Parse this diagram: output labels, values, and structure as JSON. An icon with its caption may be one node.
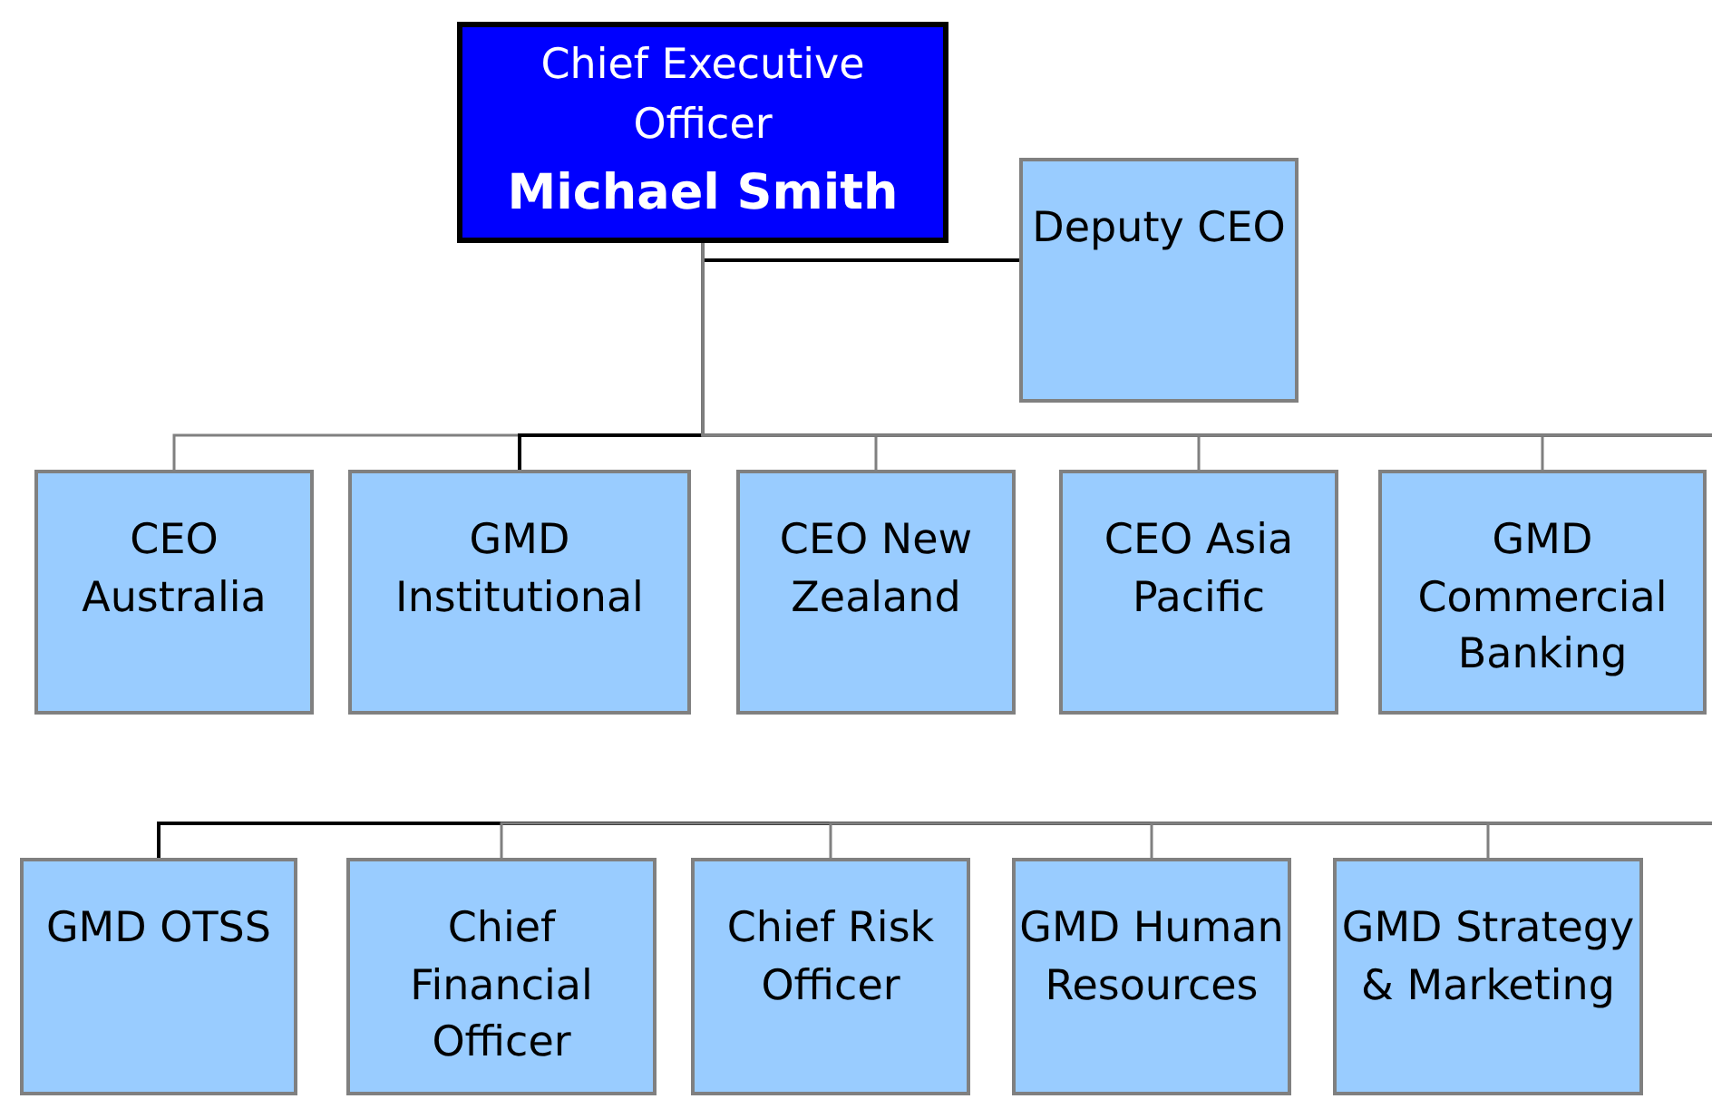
{
  "diagram": {
    "nodes": [
      {
        "text": [
          "Chief Executive Officer",
          "Michael Smith"
        ]
      },
      {
        "text": [
          "Deputy CEO"
        ]
      },
      {
        "text": [
          "CEO Australia"
        ]
      },
      {
        "text": [
          "GMD Institutional"
        ]
      },
      {
        "text": [
          "CEO New Zealand"
        ]
      },
      {
        "text": [
          "CEO Asia Pacific"
        ]
      },
      {
        "text": [
          "GMD Commercial Banking"
        ]
      },
      {
        "text": [
          "GMD OTSS"
        ]
      },
      {
        "text": [
          "Chief Financial Officer"
        ]
      },
      {
        "text": [
          "Chief Risk Officer"
        ]
      },
      {
        "text": [
          "GMD Human Resources"
        ]
      },
      {
        "text": [
          "GMD Strategy & Marketing"
        ]
      }
    ],
    "edges": [
      {
        "from": 0,
        "to": 1,
        "arrow": "none",
        "color": "#000000"
      },
      {
        "from": 0,
        "to": 2,
        "arrow": "none"
      },
      {
        "from": 0,
        "to": 3,
        "arrow": "none",
        "color": "#000000"
      },
      {
        "from": 0,
        "to": 4,
        "arrow": "none"
      },
      {
        "from": 0,
        "to": 5,
        "arrow": "none"
      },
      {
        "from": 0,
        "to": 6,
        "arrow": "none"
      },
      {
        "from": 0,
        "to": 7,
        "arrow": "none",
        "color": "#000000"
      },
      {
        "from": 0,
        "to": 8,
        "arrow": "none"
      },
      {
        "from": 0,
        "to": 9,
        "arrow": "none"
      },
      {
        "from": 0,
        "to": 10,
        "arrow": "none"
      },
      {
        "from": 0,
        "to": 11,
        "arrow": "none"
      }
    ]
  }
}
